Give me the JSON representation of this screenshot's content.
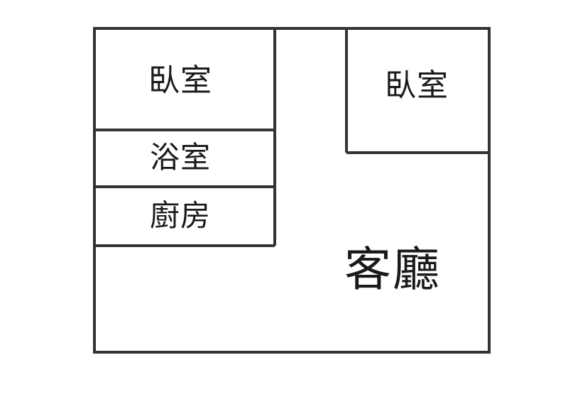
{
  "floor_plan": {
    "rooms": {
      "bedroom_left": {
        "label": "臥室"
      },
      "bathroom": {
        "label": "浴室"
      },
      "kitchen": {
        "label": "廚房"
      },
      "bedroom_right": {
        "label": "臥室"
      },
      "living_room": {
        "label": "客廳"
      }
    },
    "colors": {
      "wall": "#333333",
      "background": "#ffffff"
    }
  }
}
